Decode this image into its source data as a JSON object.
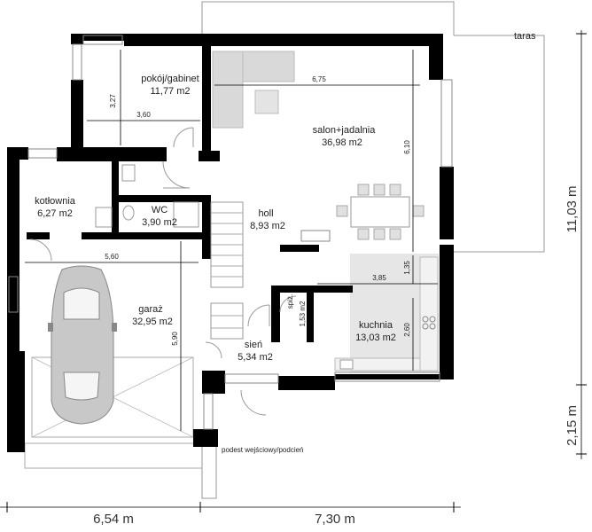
{
  "rooms": {
    "taras": "taras",
    "pokoj_name": "pokój/gabinet",
    "pokoj_area": "11,77 m2",
    "salon_name": "salon+jadalnia",
    "salon_area": "36,98 m2",
    "kotlownia_name": "kotłownia",
    "kotlownia_area": "6,27 m2",
    "wc_name": "WC",
    "wc_area": "3,90 m2",
    "holl_name": "holl",
    "holl_area": "8,93 m2",
    "garaz_name": "garaż",
    "garaz_area": "32,95 m2",
    "spiz_name": "spiż.",
    "spiz_area": "1,53 m2",
    "kuchnia_name": "kuchnia",
    "kuchnia_area": "13,03 m2",
    "sien_name": "sień",
    "sien_area": "5,34 m2",
    "podest": "podest wejściowy/podcień"
  },
  "dims": {
    "d327": "3,27",
    "d360": "3,60",
    "d675": "6,75",
    "d610": "6,10",
    "d560": "5,60",
    "d590": "5,90",
    "d135": "1,35",
    "d385": "3,85",
    "d260": "2,60"
  },
  "overall": {
    "width_left": "6,54 m",
    "width_right": "7,30 m",
    "height_top": "11,03 m",
    "height_bottom": "2,15 m"
  }
}
